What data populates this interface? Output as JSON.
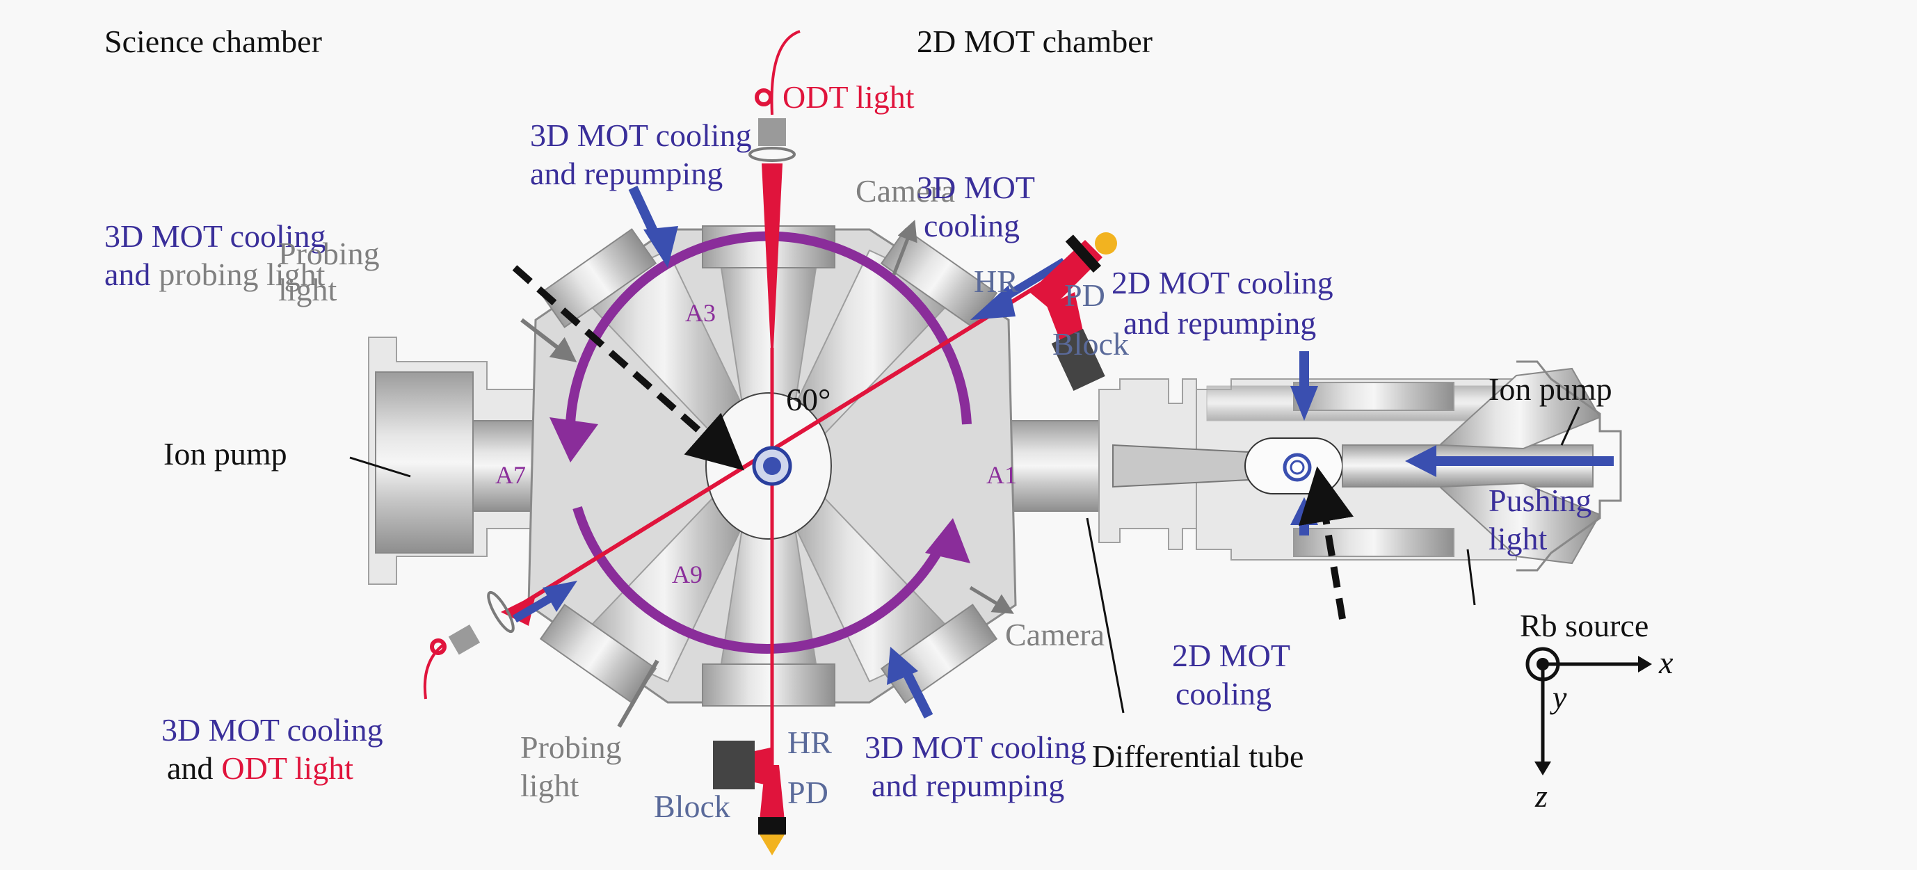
{
  "figure": {
    "titles": {
      "science_chamber": "Science chamber",
      "mot2d_chamber": "2D MOT chamber"
    },
    "colors": {
      "odt_red": "#e0143c",
      "mot_blue": "#3a4fb0",
      "label_blue": "#3a2f9a",
      "rotation_purple": "#8a2d9a",
      "probe_gray": "#808080",
      "metal": "#d6d6d6"
    },
    "labels": {
      "odt_light_top": "ODT light",
      "mot3d_repump_top_l1": "3D MOT cooling",
      "mot3d_repump_top_l2": "and repumping",
      "camera_top": "Camera",
      "mot3d_cooling_tr_l1": "3D MOT",
      "mot3d_cooling_tr_l2": "cooling",
      "mot3d_probe_l1": "3D MOT cooling",
      "mot3d_probe_l2_a": "and",
      "mot3d_probe_l2_b": "probing light",
      "probing_light_top_l1": "Probing",
      "probing_light_top_l2": "light",
      "hr_top": "HR",
      "pd_top": "PD",
      "block_top": "Block",
      "mot2d_repump_l1": "2D MOT cooling",
      "mot2d_repump_l2": "and repumping",
      "ion_pump_right": "Ion pump",
      "ion_pump_left": "Ion pump",
      "angle": "60°",
      "port_a3": "A3",
      "port_a7": "A7",
      "port_a1": "A1",
      "port_a9": "A9",
      "pushing_light_l1": "Pushing",
      "pushing_light_l2": "light",
      "camera_bottom": "Camera",
      "rb_source": "Rb source",
      "mot2d_cooling_l1": "2D MOT",
      "mot2d_cooling_l2": "cooling",
      "differential_tube": "Differential tube",
      "mot3d_odt_l1": "3D MOT cooling",
      "mot3d_odt_l2_a": "and",
      "mot3d_odt_l2_b": "ODT light",
      "probing_light_bottom_l1": "Probing",
      "probing_light_bottom_l2": "light",
      "block_bottom": "Block",
      "hr_bottom": "HR",
      "pd_bottom": "PD",
      "mot3d_repump_bottom_l1": "3D MOT cooling",
      "mot3d_repump_bottom_l2": "and repumping"
    },
    "axes": {
      "x": "x",
      "y": "y",
      "z": "z"
    }
  }
}
